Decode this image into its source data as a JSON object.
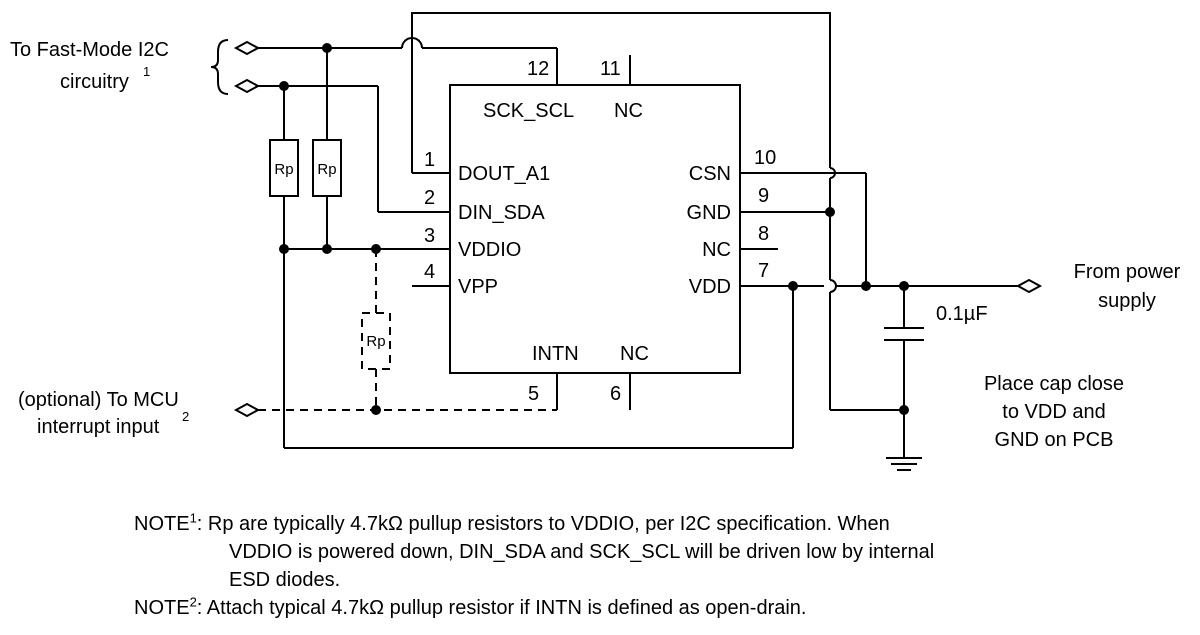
{
  "pins": {
    "p12": {
      "num": "12",
      "name": "SCK_SCL"
    },
    "p11": {
      "num": "11",
      "name": "NC"
    },
    "p1": {
      "num": "1",
      "name": "DOUT_A1"
    },
    "p2": {
      "num": "2",
      "name": "DIN_SDA"
    },
    "p3": {
      "num": "3",
      "name": "VDDIO"
    },
    "p4": {
      "num": "4",
      "name": "VPP"
    },
    "p10": {
      "num": "10",
      "name": "CSN"
    },
    "p9": {
      "num": "9",
      "name": "GND"
    },
    "p8": {
      "num": "8",
      "name": "NC"
    },
    "p7": {
      "num": "7",
      "name": "VDD"
    },
    "p5": {
      "num": "5",
      "name": "INTN"
    },
    "p6": {
      "num": "6",
      "name": "NC"
    }
  },
  "labels": {
    "i2c_line1": "To Fast-Mode I2C",
    "i2c_line2": "circuitry",
    "i2c_sup": "1",
    "mcu_line1": "(optional) To MCU",
    "mcu_line2": "interrupt input",
    "mcu_sup": "2",
    "power_line1": "From power",
    "power_line2": "supply",
    "cap_value": "0.1µF",
    "cap_note1": "Place cap close",
    "cap_note2": "to VDD and",
    "cap_note3": "GND on PCB",
    "rp": "Rp"
  },
  "notes": {
    "n1_prefix": "NOTE",
    "n1_sup": "1",
    "n1_line1": ": Rp are typically 4.7kΩ pullup resistors to VDDIO, per I2C specification. When",
    "n1_line2": "VDDIO is powered down, DIN_SDA and SCK_SCL will be driven low by internal",
    "n1_line3": "ESD diodes.",
    "n2_prefix": "NOTE",
    "n2_sup": "2",
    "n2_line1": ": Attach typical 4.7kΩ pullup resistor if INTN is defined as open-drain."
  }
}
